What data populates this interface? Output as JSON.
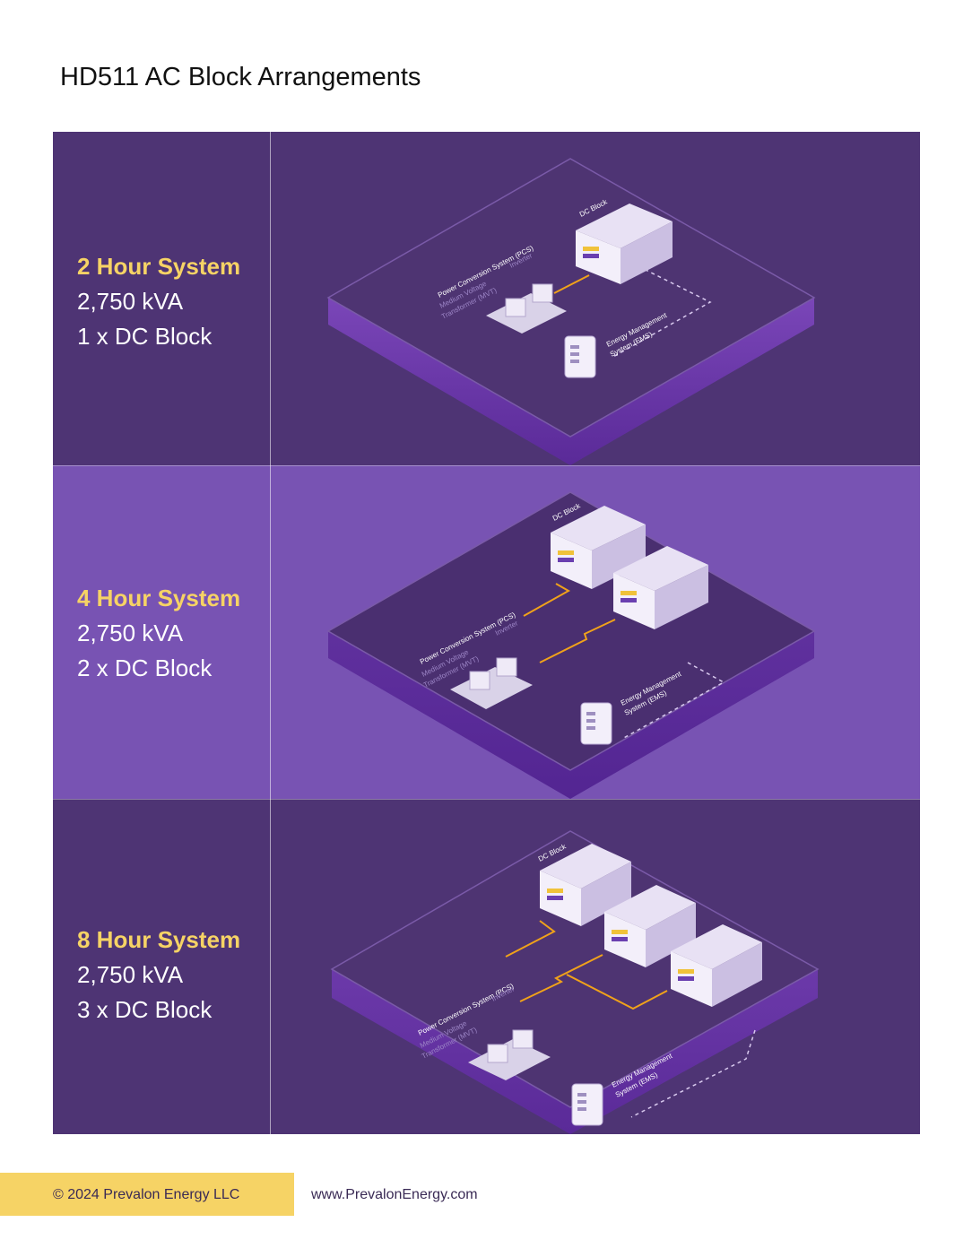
{
  "page": {
    "title": "HD511 AC Block Arrangements"
  },
  "colors": {
    "dark_row": "#4e3474",
    "light_row": "#7853b3",
    "accent_yellow": "#f6d365",
    "connector": "#f0a21a"
  },
  "rows": [
    {
      "system": "2 Hour System",
      "power": "2,750 kVA",
      "blocks": "1 x DC Block",
      "dc_block_count": 1
    },
    {
      "system": "4 Hour System",
      "power": "2,750 kVA",
      "blocks": "2 x DC Block",
      "dc_block_count": 2
    },
    {
      "system": "8 Hour System",
      "power": "2,750 kVA",
      "blocks": "3 x DC Block",
      "dc_block_count": 3
    }
  ],
  "diagram_labels": {
    "dc_block": "DC Block",
    "pcs": "Power Conversion System (PCS)",
    "inverter": "Inverter",
    "mvt_line1": "Medium Voltage",
    "mvt_line2": "Transformer (MVT)",
    "ems_line1": "Energy Management",
    "ems_line2": "System (EMS)"
  },
  "footer": {
    "copyright": "© 2024 Prevalon Energy LLC",
    "website": "www.PrevalonEnergy.com"
  }
}
